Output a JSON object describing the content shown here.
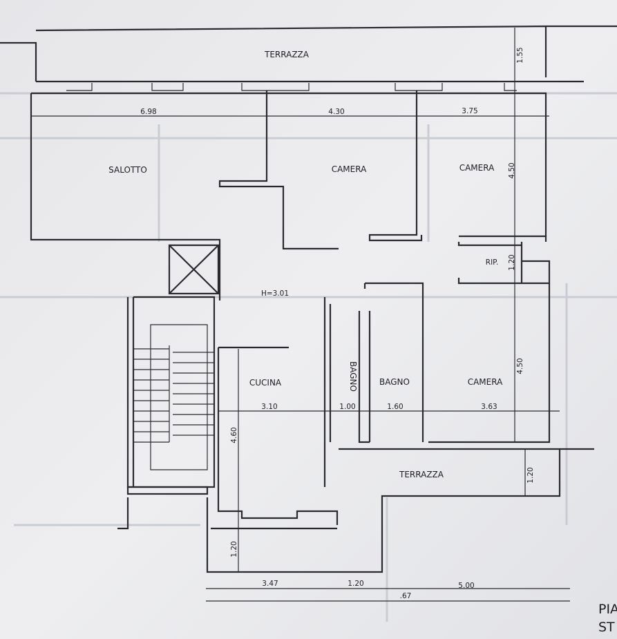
{
  "plan": {
    "rooms": {
      "terrace_top": "TERRAZZA",
      "living": "SALOTTO",
      "bedroom_1": "CAMERA",
      "bedroom_2": "CAMERA",
      "storage": "RIP.",
      "kitchen": "CUCINA",
      "bathroom_1": "BAGNO",
      "bathroom_2": "BAGNO",
      "bedroom_3": "CAMERA",
      "terrace_bottom": "TERRAZZA"
    },
    "ceiling_height": "H=3.01",
    "dimensions": {
      "terrace_depth": "1.55",
      "living_width": "6.98",
      "bedroom_1_width": "4.30",
      "bedroom_2_width": "3.75",
      "bedroom_2_depth": "4.50",
      "storage_depth": "1.20",
      "bedroom_3_depth": "4.50",
      "kitchen_width": "3.10",
      "bathroom_1_width": "1.00",
      "bathroom_2_width": "1.60",
      "bedroom_3_width": "3.63",
      "kitchen_depth": "4.60",
      "terrace_bottom_depth": "1.20",
      "bottom_left_depth": "1.20",
      "bottom_seg_1": "3.47",
      "bottom_seg_2": "1.20",
      "bottom_seg_3": "5.00",
      "bottom_total": ".67"
    },
    "title_fragment_1": "PIA",
    "title_fragment_2": "ST"
  }
}
